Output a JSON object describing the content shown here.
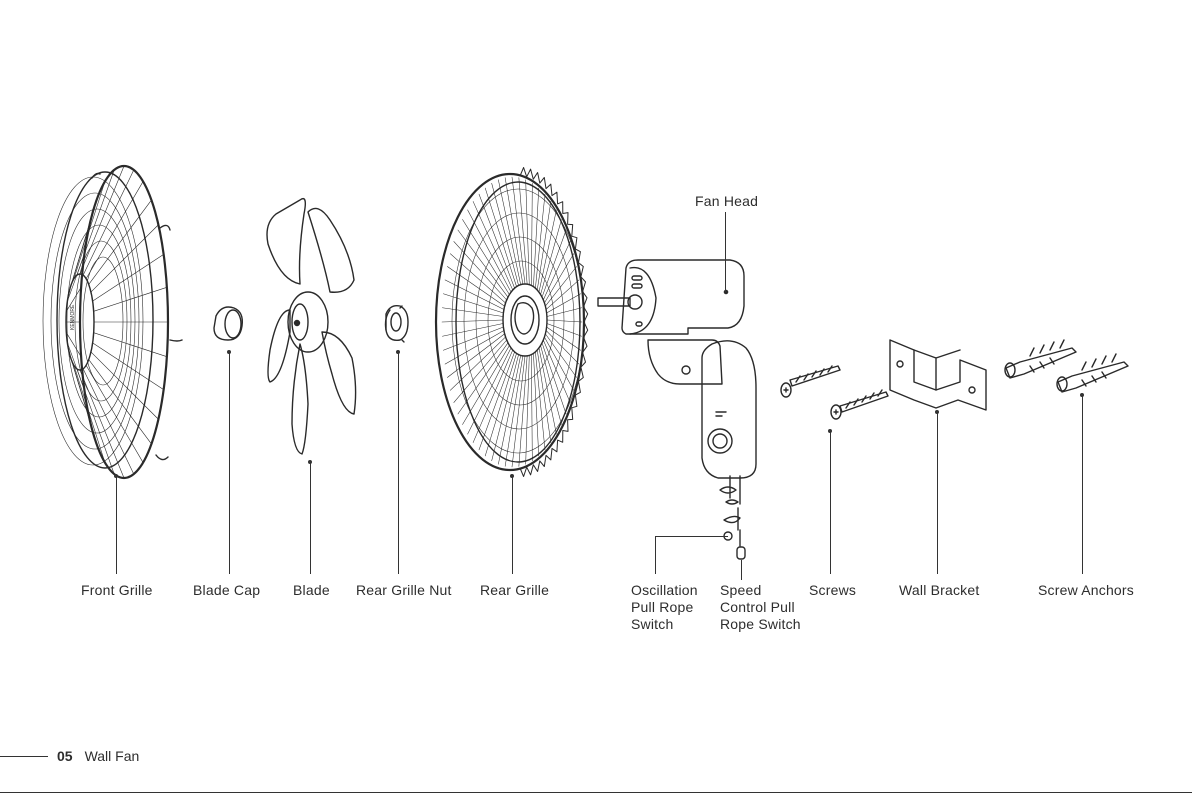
{
  "parts": {
    "front_grille": "Front Grille",
    "blade_cap": "Blade Cap",
    "blade": "Blade",
    "rear_grille_nut": "Rear Grille Nut",
    "rear_grille": "Rear Grille",
    "fan_head": "Fan Head",
    "oscillation_switch": "Oscillation\nPull Rope\nSwitch",
    "speed_switch": "Speed\nControl Pull\nRope Switch",
    "screws": "Screws",
    "wall_bracket": "Wall Bracket",
    "screw_anchors": "Screw Anchors"
  },
  "footer": {
    "page_number": "05",
    "section_title": "Wall Fan"
  },
  "colors": {
    "line": "#2a2a2a",
    "background": "#ffffff"
  }
}
